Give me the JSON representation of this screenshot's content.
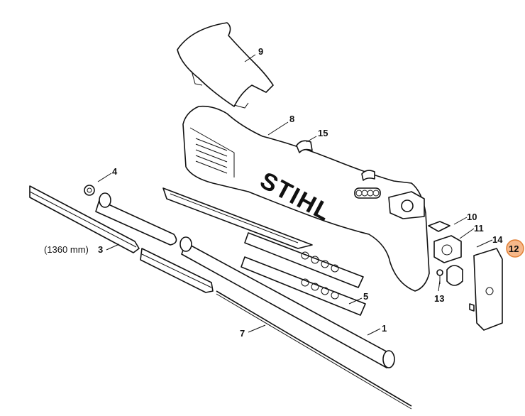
{
  "brand": "STIHL",
  "highlight_color": "#f6b88a",
  "callouts": [
    {
      "id": "c1",
      "text": "1"
    },
    {
      "id": "c3_note",
      "text": "(1360 mm)"
    },
    {
      "id": "c3",
      "text": "3"
    },
    {
      "id": "c4",
      "text": "4"
    },
    {
      "id": "c5",
      "text": "5"
    },
    {
      "id": "c7",
      "text": "7"
    },
    {
      "id": "c8",
      "text": "8"
    },
    {
      "id": "c9",
      "text": "9"
    },
    {
      "id": "c10",
      "text": "10"
    },
    {
      "id": "c11",
      "text": "11"
    },
    {
      "id": "c12",
      "text": "12"
    },
    {
      "id": "c13",
      "text": "13"
    },
    {
      "id": "c14",
      "text": "14"
    },
    {
      "id": "c15",
      "text": "15"
    }
  ]
}
